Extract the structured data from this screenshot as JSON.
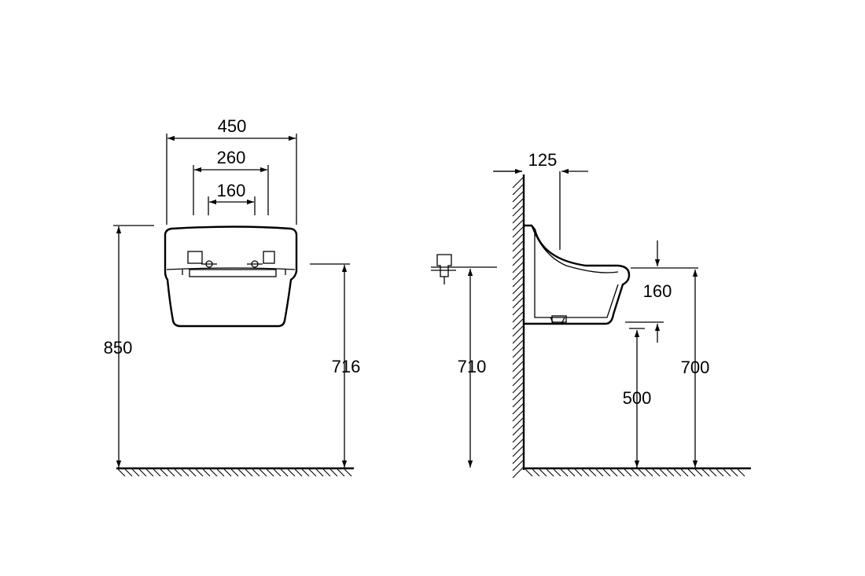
{
  "front_view": {
    "width_overall": "450",
    "width_mid": "260",
    "width_taps": "160",
    "height_total": "850",
    "height_rim": "716"
  },
  "side_view": {
    "projection": "125",
    "bowl_depth": "160",
    "height_outlet": "710",
    "height_base": "500",
    "height_rim": "700"
  }
}
